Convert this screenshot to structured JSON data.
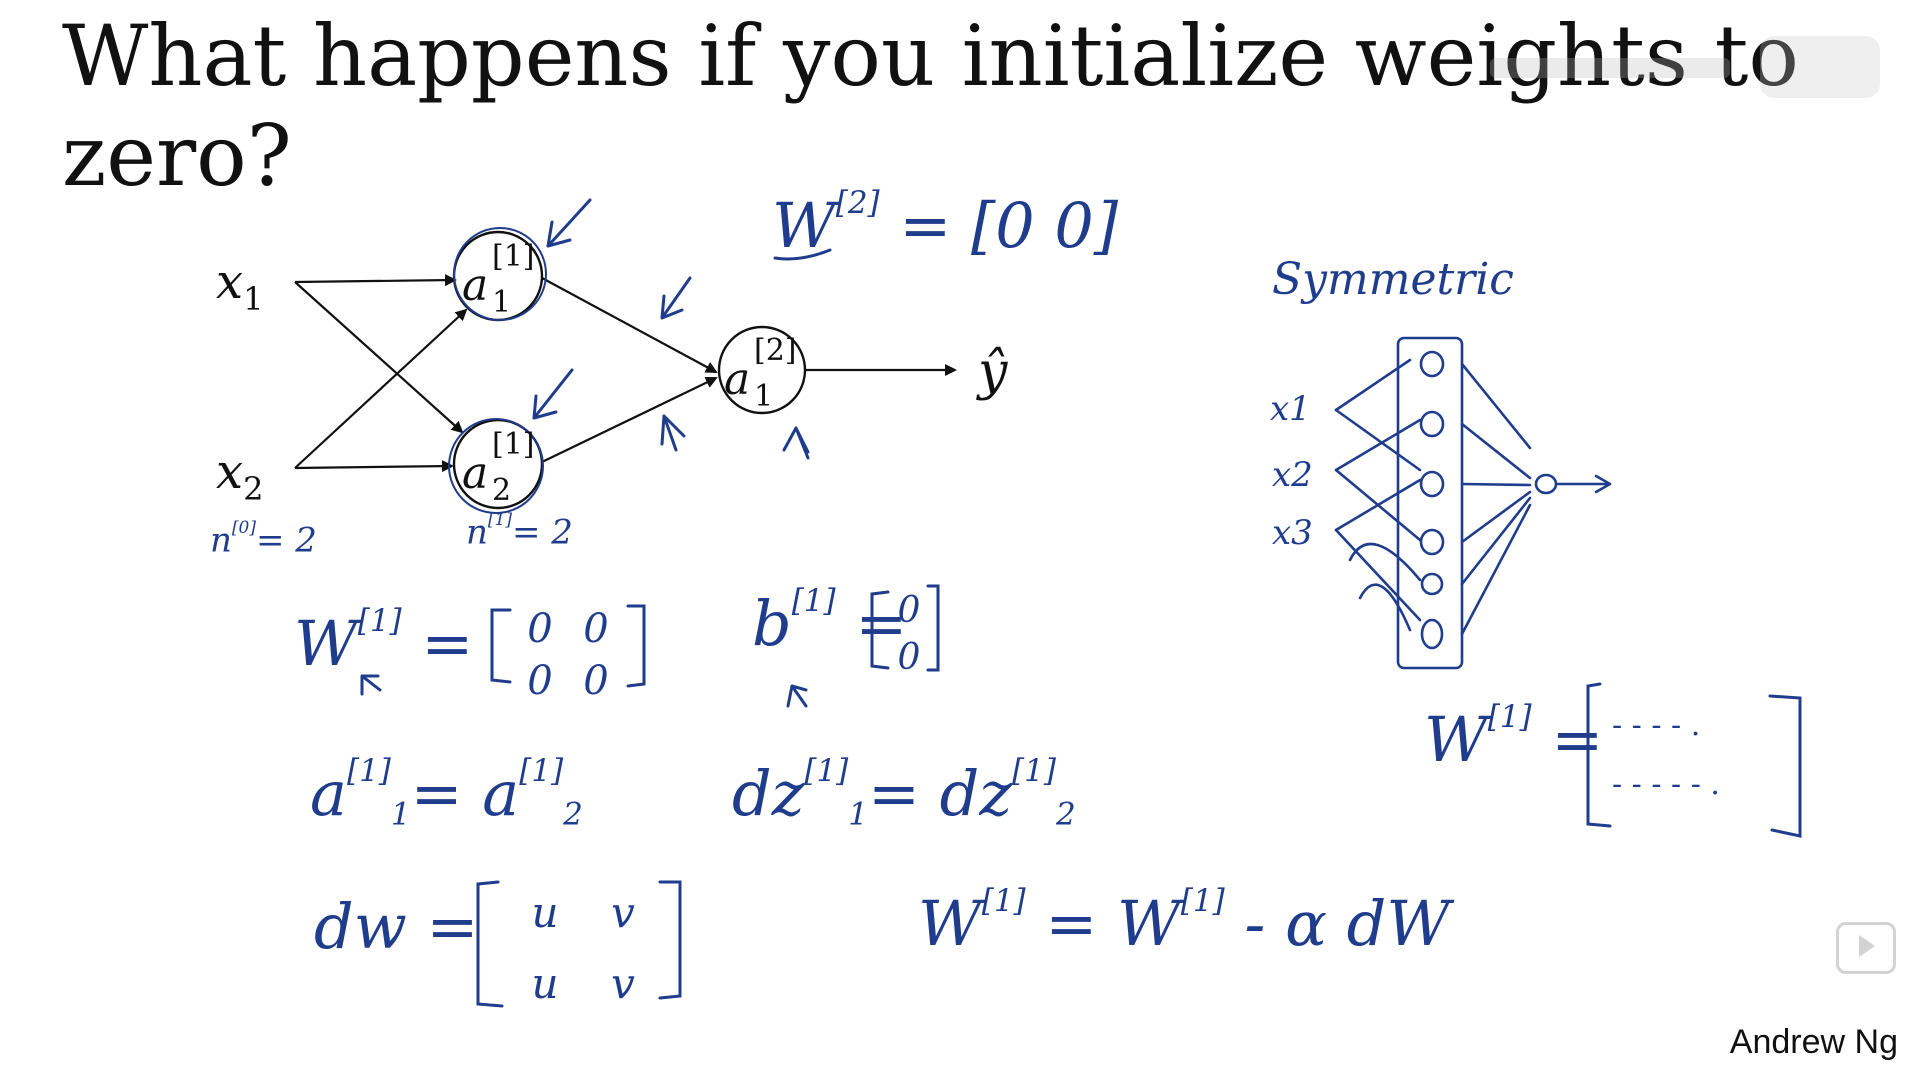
{
  "slide": {
    "title_line1": "What happens if you initialize weights to",
    "title_line2": "zero?",
    "author": "Andrew Ng"
  },
  "network": {
    "inputs": [
      {
        "base": "x",
        "sub": "1"
      },
      {
        "base": "x",
        "sub": "2"
      }
    ],
    "hidden": [
      {
        "base": "a",
        "sup": "[1]",
        "sub": "1"
      },
      {
        "base": "a",
        "sup": "[1]",
        "sub": "2"
      }
    ],
    "output_node": {
      "base": "a",
      "sup": "[2]",
      "sub": "1"
    },
    "output_label": "ŷ"
  },
  "handwriting": {
    "w2_lhs": "W",
    "w2_sup": "[2]",
    "w2_rhs": "= [0  0]",
    "n0_base": "n",
    "n0_sup": "[0]",
    "n0_rhs": "= 2",
    "n1_base": "n",
    "n1_sup": "[1]",
    "n1_rhs": "= 2",
    "w1_lhs": "W",
    "w1_sup": "[1]",
    "w1_eq": "=",
    "w1_matrix": [
      "0",
      "0",
      "0",
      "0"
    ],
    "b1_lhs": "b",
    "b1_sup": "[1]",
    "b1_eq": "=",
    "b1_matrix": [
      "0",
      "0"
    ],
    "a_eq_base1": "a",
    "a_eq_sup1": "[1]",
    "a_eq_sub1": "1",
    "a_eq_mid": "= a",
    "a_eq_sup2": "[1]",
    "a_eq_sub2": "2",
    "dz_base1": "dz",
    "dz_sup1": "[1]",
    "dz_sub1": "1",
    "dz_mid": "= dz",
    "dz_sup2": "[1]",
    "dz_sub2": "2",
    "dw_lhs": "dw =",
    "dw_matrix": [
      "u",
      "v",
      "u",
      "v"
    ],
    "update_lhs": "W",
    "update_sup1": "[1]",
    "update_mid": "= W",
    "update_sup2": "[1]",
    "update_rhs": "- α dW",
    "symmetric_label": "Symmetric",
    "big_inputs": [
      "x1",
      "x2",
      "x3"
    ],
    "big_w_lhs": "W",
    "big_w_sup": "[1]",
    "big_w_eq": "=",
    "big_w_rows": [
      "- - - - .",
      "- - - - - ."
    ]
  },
  "colors": {
    "ink_blue": "#1f3d8c",
    "print_black": "#111111"
  }
}
